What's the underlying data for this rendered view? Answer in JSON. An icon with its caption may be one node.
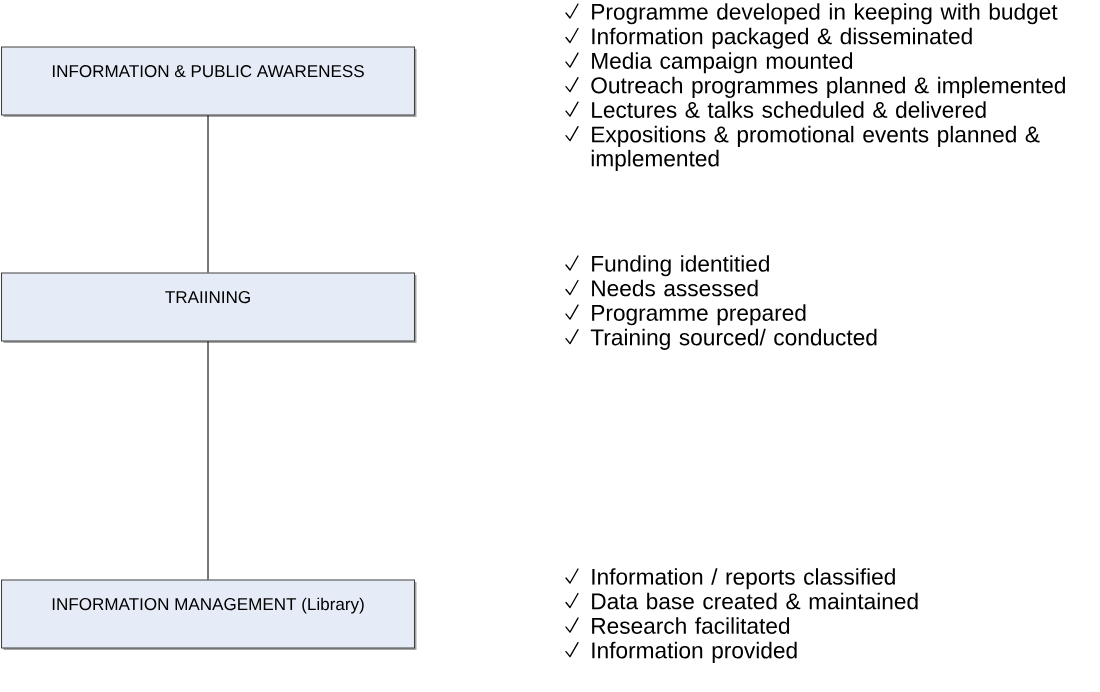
{
  "diagram": {
    "nodes": [
      {
        "text": [
          "INFORMATION & PUBLIC AWARENESS"
        ],
        "beside": [
          "Programme developed in keeping with budget",
          "Information packaged & disseminated",
          "Media campaign mounted",
          "Outreach programmes planned & implemented",
          "Lectures & talks scheduled & delivered",
          "Expositions & promotional events planned & implemented"
        ]
      },
      {
        "text": [
          "TRAIINING"
        ],
        "beside": [
          "Funding identitied",
          "Needs assessed",
          "Programme prepared",
          "Training sourced/ conducted"
        ]
      },
      {
        "text": [
          "INFORMATION  MANAGEMENT (Library)"
        ],
        "beside": [
          "Information / reports classified",
          "Data base created & maintained",
          "Research facilitated",
          "Information provided"
        ]
      }
    ],
    "edges": [
      {
        "from": 0,
        "to": 1,
        "arrow": "none"
      },
      {
        "from": 1,
        "to": 2,
        "arrow": "none"
      }
    ]
  }
}
